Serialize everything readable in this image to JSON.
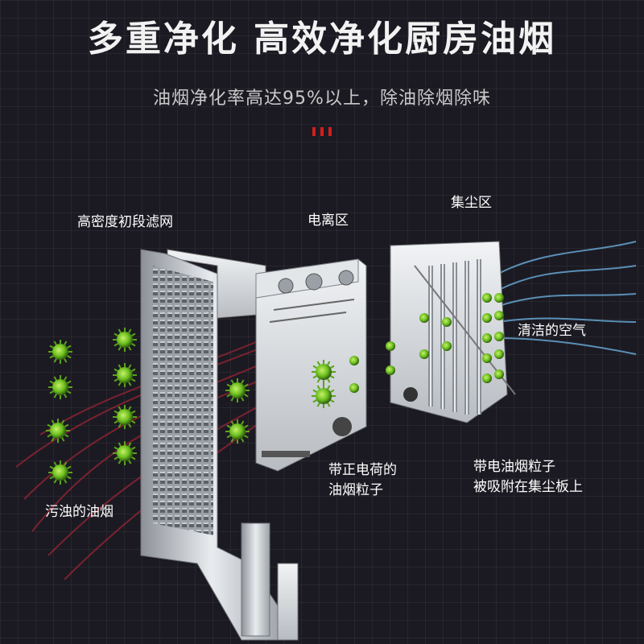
{
  "headline": "多重净化  高效净化厨房油烟",
  "subtitle": "油烟净化率高达95%以上，除油除烟除味",
  "labels": {
    "prefilter": "高密度初段滤网",
    "ionization": "电离区",
    "collection": "集尘区",
    "clean_air": "清洁的空气",
    "dirty_smoke": "污浊的油烟",
    "charged_line1": "带正电荷的",
    "charged_line2": "油烟粒子",
    "adsorbed_line1": "带电油烟粒子",
    "adsorbed_line2": "被吸附在集尘板上"
  },
  "colors": {
    "accent": "#d11e1e",
    "particle_green": "#7ed321",
    "clean_air": "#6fb6e8",
    "smoke_red": "#c9283a"
  }
}
